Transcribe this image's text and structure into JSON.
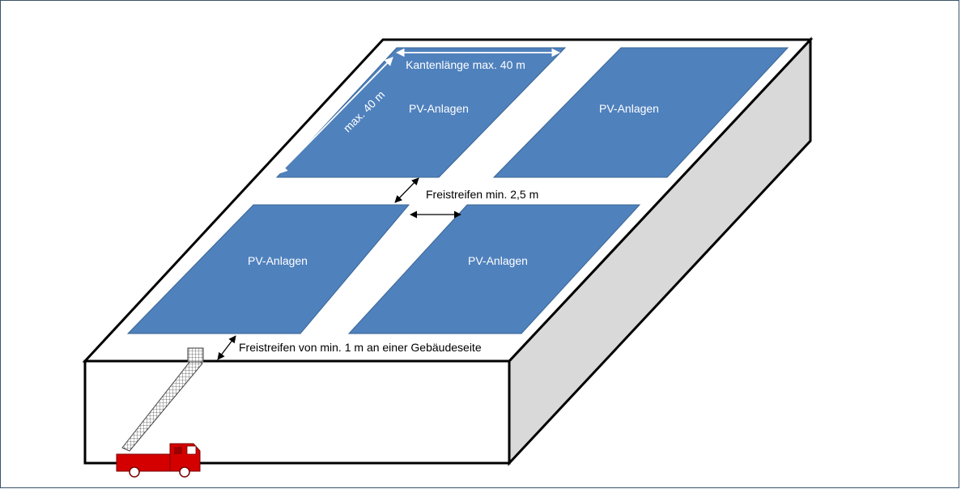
{
  "labels": {
    "panel_top_left": "PV-Anlagen",
    "panel_top_right": "PV-Anlagen",
    "panel_bottom_left": "PV-Anlagen",
    "panel_bottom_right": "PV-Anlagen",
    "edge_length": "Kantenlänge max. 40 m",
    "side_length": "max. 40 m",
    "gap_inner": "Freistreifen min. 2,5 m",
    "gap_edge": "Freistreifen von min. 1 m an einer Gebäudeseite"
  },
  "colors": {
    "panel_fill": "#4f81bd",
    "panel_stroke": "#3a6593",
    "roof": "#ffffff",
    "side_wall": "#d9d9d9",
    "truck": "#d40000",
    "frame": "#3b5368"
  },
  "icons": [
    "fire-truck-icon",
    "turntable-ladder-icon"
  ]
}
